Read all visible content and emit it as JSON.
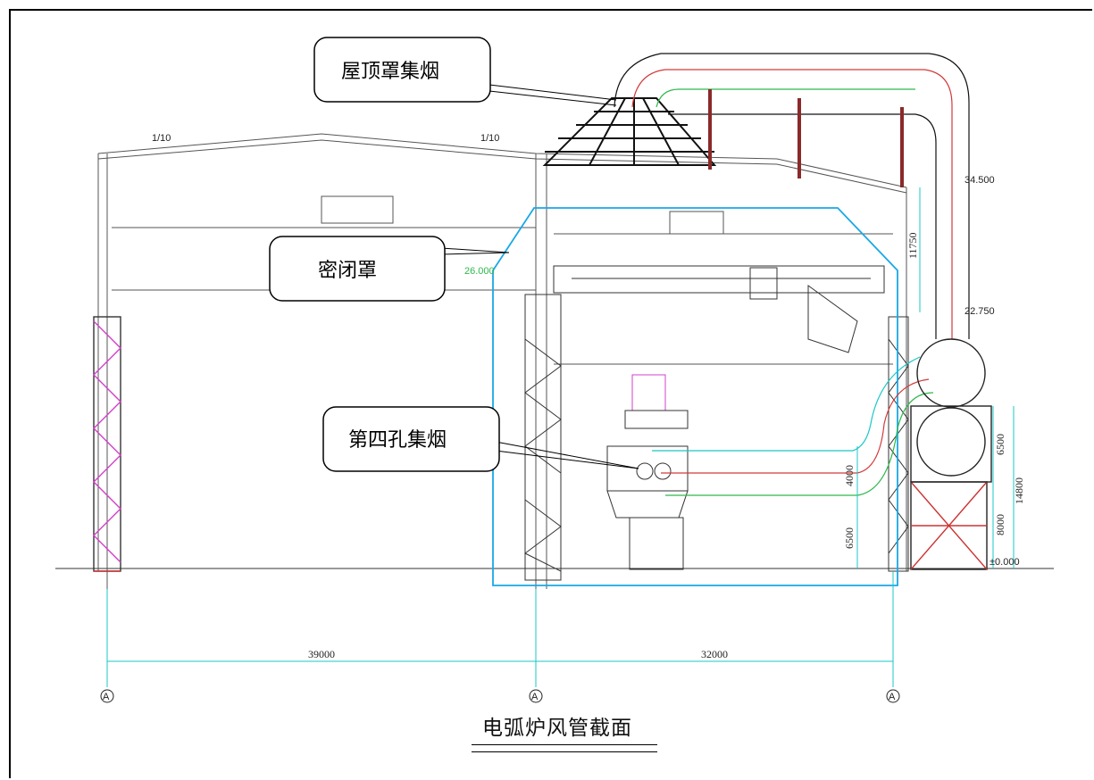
{
  "callouts": {
    "roof_hood": "屋顶罩集烟",
    "enclosure": "密闭罩",
    "fourth_hole": "第四孔集烟"
  },
  "title": "电弧炉风管截面",
  "dimensions": {
    "span_left": "39000",
    "span_right": "32000",
    "elev_top": "34.500",
    "elev_mid": "22.750",
    "elev_ground": "±0.000",
    "elev_crane": "26.000",
    "slope_left": "1/10",
    "slope_right": "1/10",
    "h_11750": "11750",
    "h_4000": "4000",
    "h_6500_a": "6500",
    "h_6500_b": "6500",
    "h_14800": "14800",
    "h_8000": "8000"
  },
  "axis_marks": {
    "a1": "A",
    "a2": "A",
    "a3": "A"
  },
  "colors": {
    "enclosure_outline": "#19a8e8",
    "duct_red": "#d23a3a",
    "duct_green": "#2db84a",
    "cyan_lines": "#1bc7c7",
    "truss_magenta": "#d040c8"
  }
}
